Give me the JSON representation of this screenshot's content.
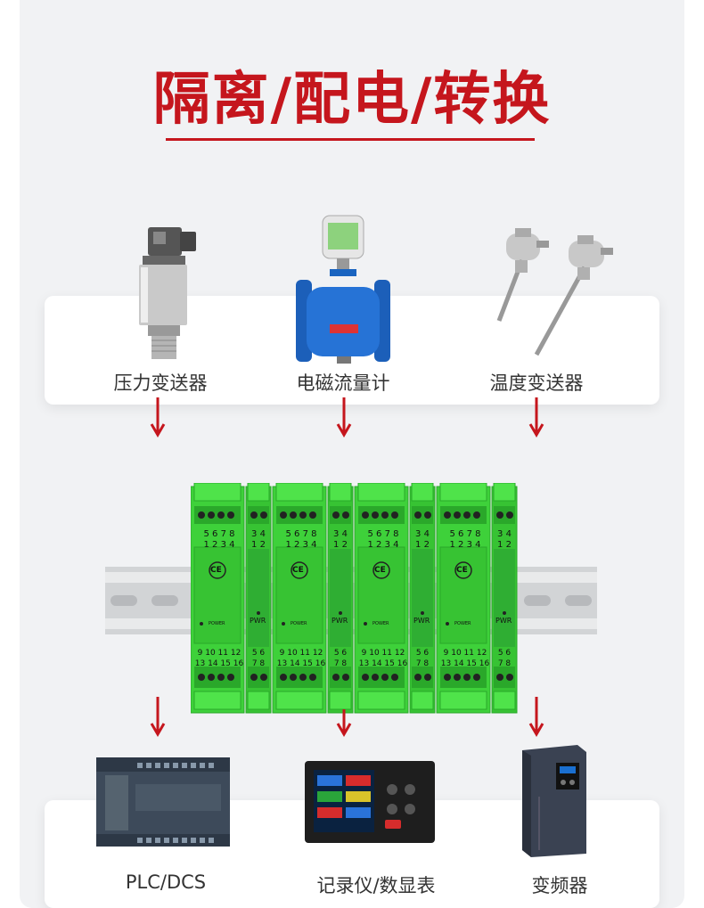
{
  "title": "隔离/配电/转换",
  "inputs": [
    {
      "label": "压力变送器",
      "icon": "pressure-transmitter-icon"
    },
    {
      "label": "电磁流量计",
      "icon": "flowmeter-icon"
    },
    {
      "label": "温度变送器",
      "icon": "temperature-transmitter-icon"
    }
  ],
  "outputs": [
    {
      "label": "PLC/DCS",
      "icon": "plc-icon"
    },
    {
      "label": "记录仪/数显表",
      "icon": "recorder-icon"
    },
    {
      "label": "变频器",
      "icon": "inverter-icon"
    }
  ],
  "module": {
    "wide": {
      "top_row1": "5 6 7 8",
      "top_row2": "1 2 3 4",
      "ce": "CE",
      "power": "POWER",
      "bottom_row1": "9 10 11 12",
      "bottom_row2": "13 14 15 16"
    },
    "narrow": {
      "top_row1": "3 4",
      "top_row2": "1 2",
      "pwr": "PWR",
      "bottom_row1": "5 6",
      "bottom_row2": "7 8"
    }
  },
  "colors": {
    "title": "#c5161d",
    "arrow": "#c5161d",
    "module": "#3ed13a",
    "module_dark": "#2aa82a"
  }
}
